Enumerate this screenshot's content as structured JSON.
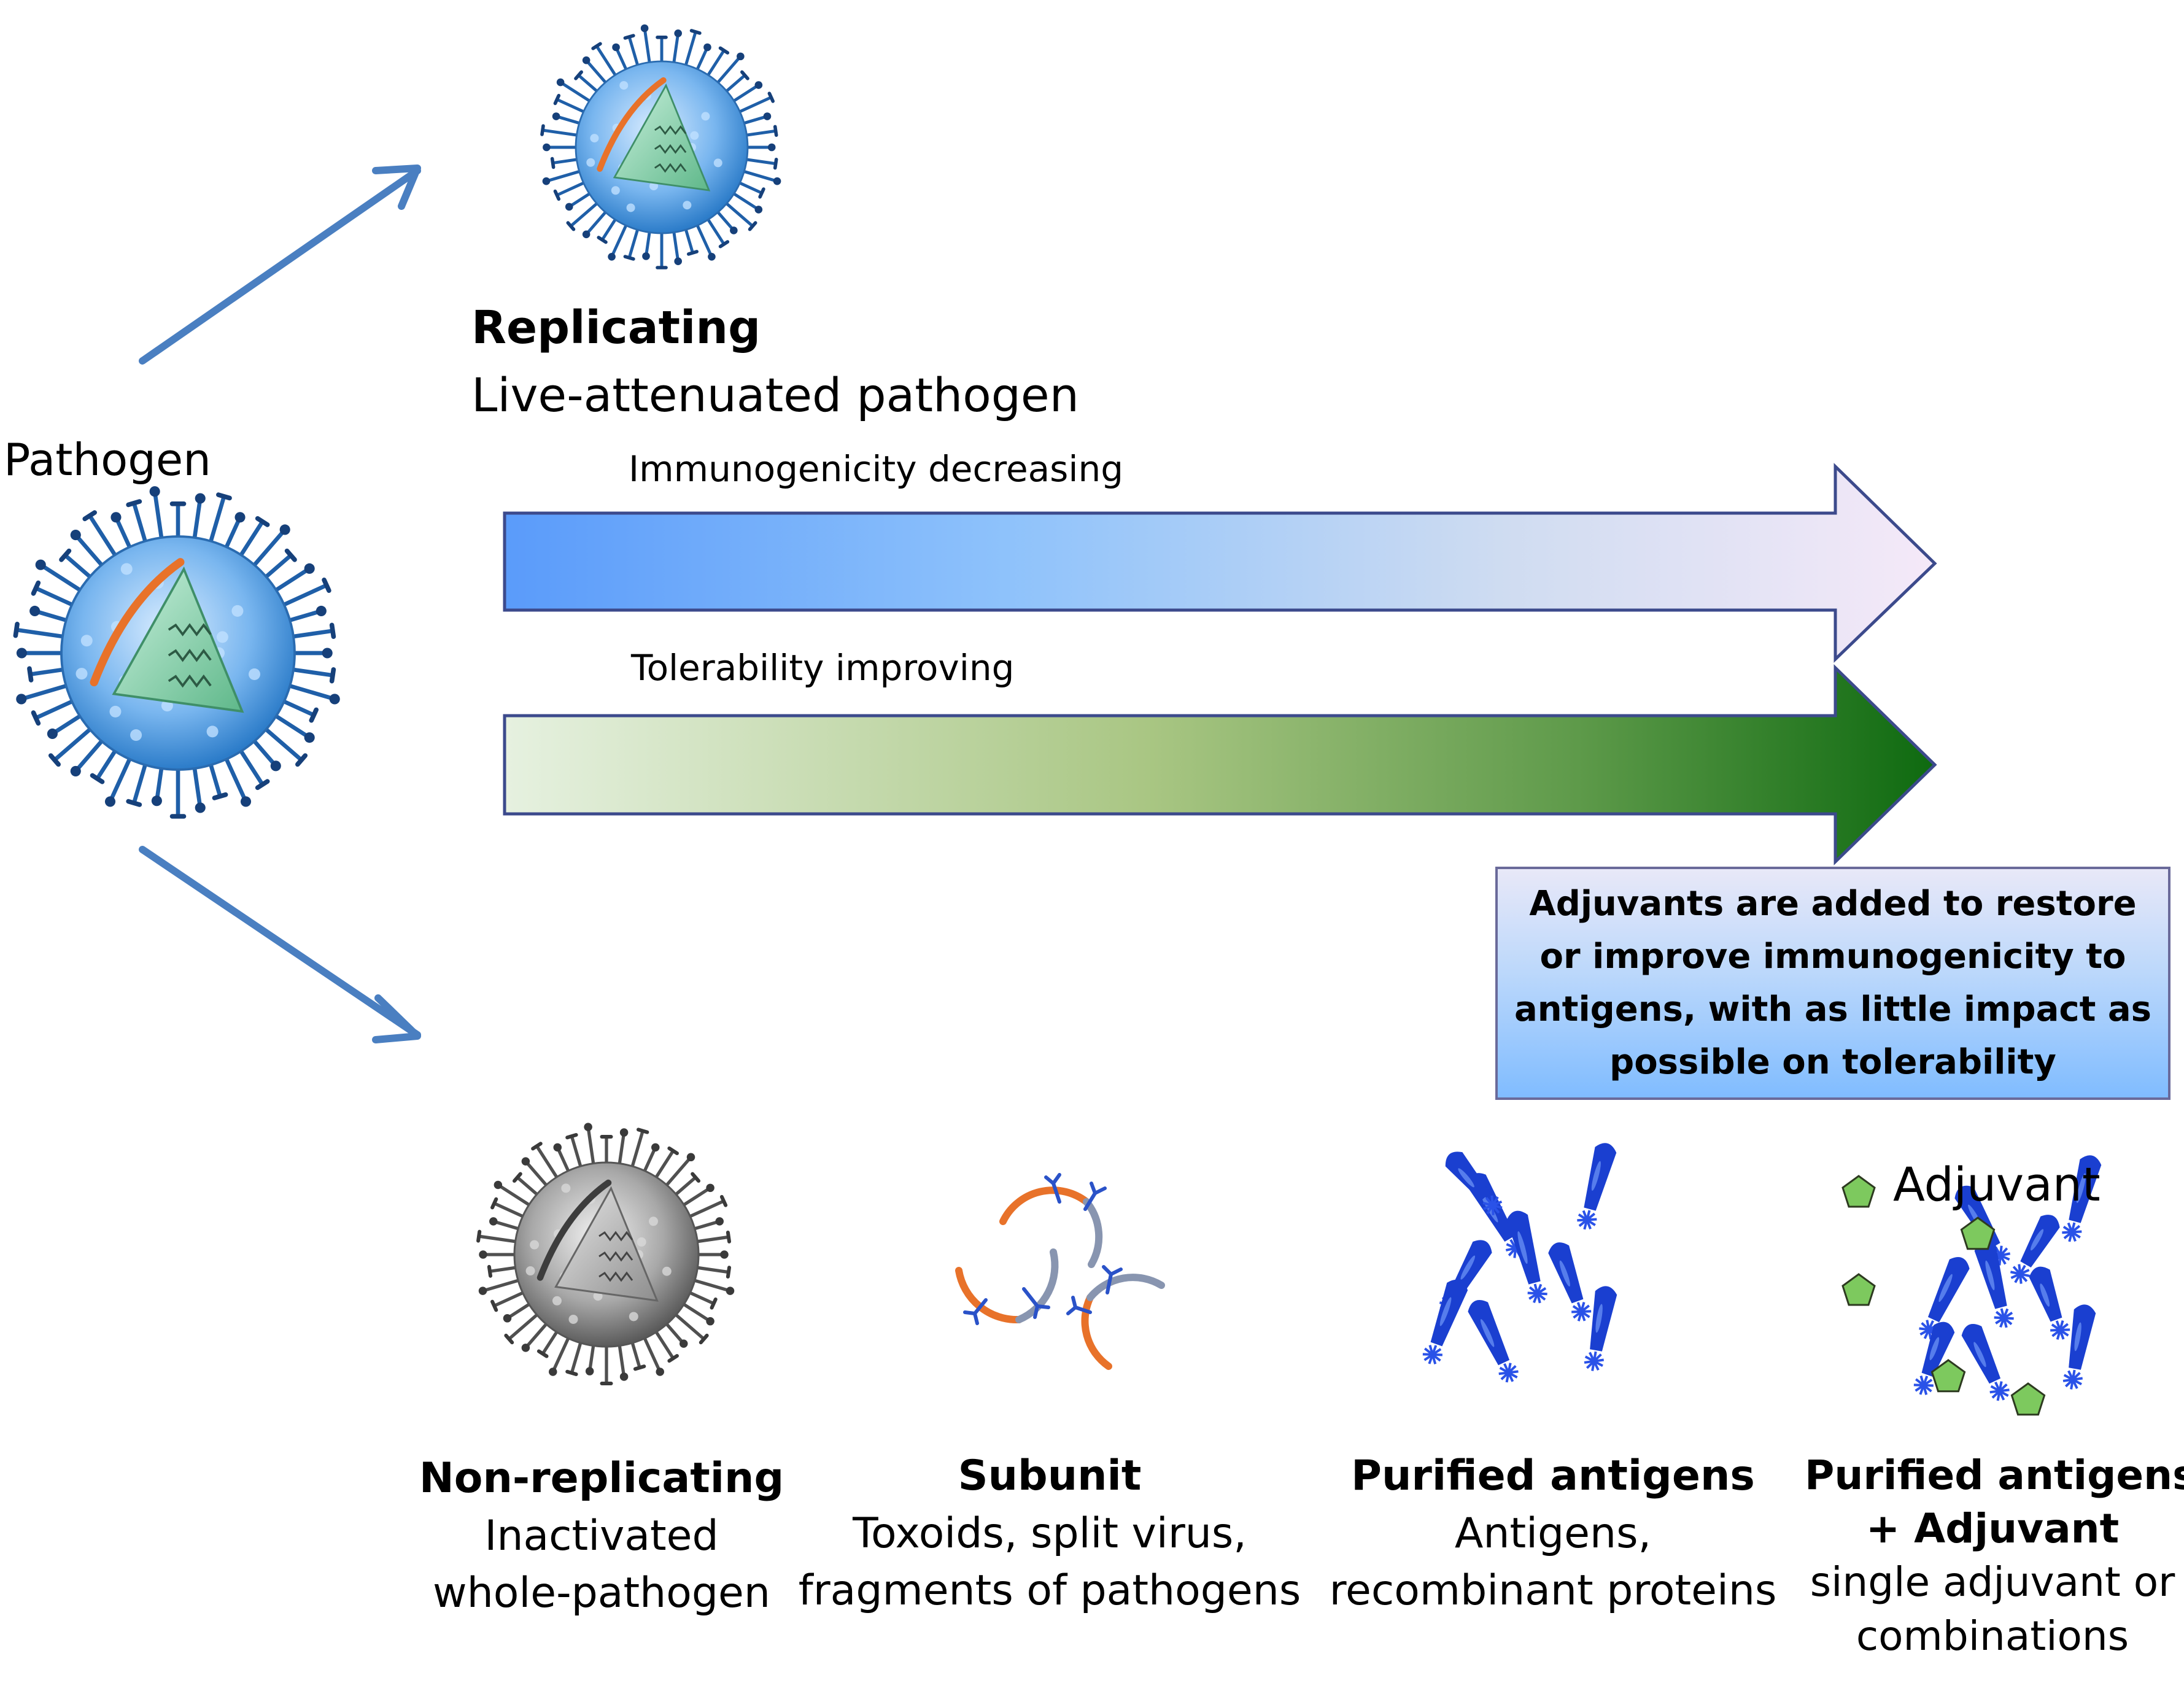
{
  "pathogen": {
    "label": "Pathogen"
  },
  "replicating": {
    "title": "Replicating",
    "subtitle": "Live-attenuated pathogen"
  },
  "arrows": {
    "immunogenicity": "Immunogenicity decreasing",
    "tolerability": "Tolerability improving"
  },
  "callout": {
    "text": "Adjuvants are added to restore or improve immunogenicity to antigens, with as little impact as possible on tolerability"
  },
  "adjuvant_legend": {
    "label": "Adjuvant"
  },
  "categories": [
    {
      "title": "Non-replicating",
      "line1": "Inactivated",
      "line2": "whole-pathogen"
    },
    {
      "title": "Subunit",
      "line1": "Toxoids, split virus,",
      "line2": "fragments of pathogens"
    },
    {
      "title": "Purified antigens",
      "line1": "Antigens,",
      "line2": "recombinant proteins"
    },
    {
      "title1": "Purified antigens",
      "title2": "+  Adjuvant",
      "line1": "single adjuvant or",
      "line2": "combinations"
    }
  ],
  "colors": {
    "arrow_line": "#4a7fc1",
    "virus_blue": "#3d8ed8",
    "virus_gray": "#7a7a7a",
    "core_green": "#8fd3b0",
    "orange_band": "#e8722a",
    "antigen_blue": "#1a3fd0",
    "adjuvant_green": "#7dc95e"
  }
}
